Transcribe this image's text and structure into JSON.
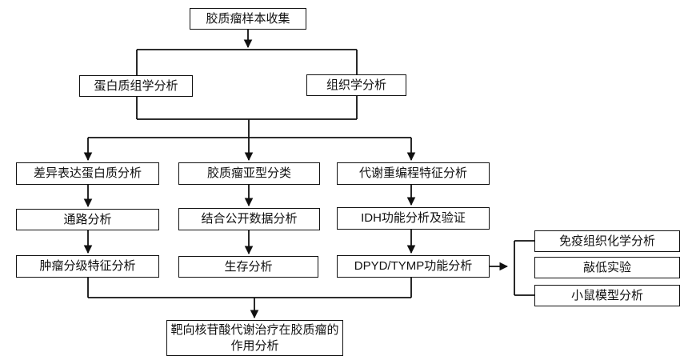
{
  "nodes": {
    "sample_collection": {
      "label": "胶质瘤样本收集"
    },
    "proteomics": {
      "label": "蛋白质组学分析"
    },
    "histology": {
      "label": "组织学分析"
    },
    "dep_analysis": {
      "label": "差异表达蛋白质分析"
    },
    "subtype_classification": {
      "label": "胶质瘤亚型分类"
    },
    "metabolic_reprogramming": {
      "label": "代谢重编程特征分析"
    },
    "pathway_analysis": {
      "label": "通路分析"
    },
    "public_data": {
      "label": "结合公开数据分析"
    },
    "idh_function": {
      "label": "IDH功能分析及验证"
    },
    "tumor_grading": {
      "label": "肿瘤分级特征分析"
    },
    "survival_analysis": {
      "label": "生存分析"
    },
    "dpyd_tymp": {
      "label": "DPYD/TYMP功能分析"
    },
    "ihc": {
      "label": "免疫组织化学分析"
    },
    "knockdown": {
      "label": "敲低实验"
    },
    "mouse_model": {
      "label": "小鼠模型分析"
    },
    "targeted_therapy": {
      "lines": [
        "靶向核苷酸代谢治疗在胶质瘤的",
        "作用分析"
      ]
    }
  },
  "colors": {
    "line": "#111111",
    "box_fill": "#ffffff",
    "background": "#ffffff",
    "text": "#111111"
  }
}
